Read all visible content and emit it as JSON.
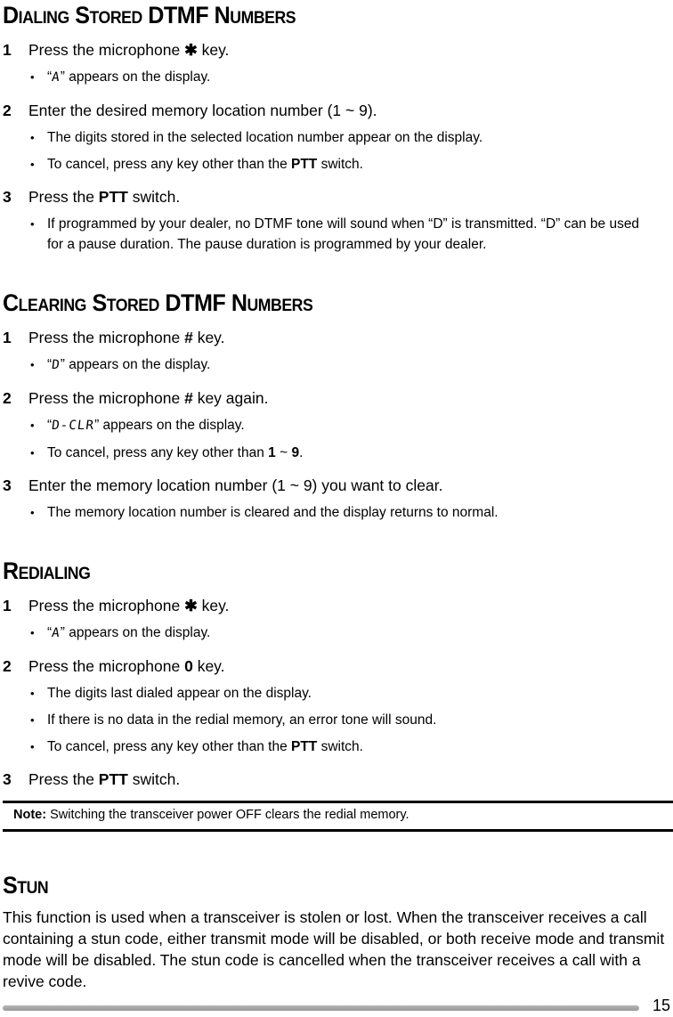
{
  "sections": [
    {
      "heading": "Dialing Stored DTMF Numbers",
      "items": [
        {
          "type": "step",
          "num": "1",
          "parts": [
            {
              "t": "Press the microphone "
            },
            {
              "t": "✱",
              "s": "b"
            },
            {
              "t": " key."
            }
          ]
        },
        {
          "type": "bullet",
          "parts": [
            {
              "t": "“"
            },
            {
              "t": "A",
              "s": "lcd"
            },
            {
              "t": "” appears on the display."
            }
          ]
        },
        {
          "type": "step",
          "num": "2",
          "parts": [
            {
              "t": "Enter the desired memory location number (1 ~ 9)."
            }
          ]
        },
        {
          "type": "bullet",
          "parts": [
            {
              "t": "The digits stored in the selected location number appear on the display."
            }
          ]
        },
        {
          "type": "bullet",
          "parts": [
            {
              "t": "To cancel, press any key other than the "
            },
            {
              "t": "PTT",
              "s": "b"
            },
            {
              "t": " switch."
            }
          ]
        },
        {
          "type": "step",
          "num": "3",
          "parts": [
            {
              "t": "Press the "
            },
            {
              "t": "PTT",
              "s": "b"
            },
            {
              "t": " switch."
            }
          ]
        },
        {
          "type": "bullet",
          "parts": [
            {
              "t": "If programmed by your dealer, no DTMF tone will sound when “D” is transmitted.  “D” can be used for a pause duration.  The pause duration is programmed by your dealer."
            }
          ]
        }
      ]
    },
    {
      "heading": "Clearing Stored DTMF Numbers",
      "items": [
        {
          "type": "step",
          "num": "1",
          "parts": [
            {
              "t": "Press the microphone "
            },
            {
              "t": "#",
              "s": "b"
            },
            {
              "t": " key."
            }
          ]
        },
        {
          "type": "bullet",
          "parts": [
            {
              "t": "“"
            },
            {
              "t": "D",
              "s": "lcd"
            },
            {
              "t": "” appears on the display."
            }
          ]
        },
        {
          "type": "step",
          "num": "2",
          "parts": [
            {
              "t": "Press the microphone "
            },
            {
              "t": "#",
              "s": "b"
            },
            {
              "t": " key again."
            }
          ]
        },
        {
          "type": "bullet",
          "parts": [
            {
              "t": "“"
            },
            {
              "t": "D-CLR",
              "s": "lcd"
            },
            {
              "t": "” appears on the display."
            }
          ]
        },
        {
          "type": "bullet",
          "parts": [
            {
              "t": "To cancel, press any key other than "
            },
            {
              "t": "1",
              "s": "b"
            },
            {
              "t": " ~ "
            },
            {
              "t": "9",
              "s": "b"
            },
            {
              "t": "."
            }
          ]
        },
        {
          "type": "step",
          "num": "3",
          "parts": [
            {
              "t": "Enter the memory location number (1 ~ 9) you want to clear."
            }
          ]
        },
        {
          "type": "bullet",
          "parts": [
            {
              "t": "The memory location number is cleared and the display returns to normal."
            }
          ]
        }
      ]
    },
    {
      "heading": "Redialing",
      "items": [
        {
          "type": "step",
          "num": "1",
          "parts": [
            {
              "t": "Press the microphone "
            },
            {
              "t": "✱",
              "s": "b"
            },
            {
              "t": " key."
            }
          ]
        },
        {
          "type": "bullet",
          "parts": [
            {
              "t": "“"
            },
            {
              "t": "A",
              "s": "lcd"
            },
            {
              "t": "” appears on the display."
            }
          ]
        },
        {
          "type": "step",
          "num": "2",
          "parts": [
            {
              "t": "Press the microphone "
            },
            {
              "t": "0",
              "s": "b"
            },
            {
              "t": " key."
            }
          ]
        },
        {
          "type": "bullet",
          "parts": [
            {
              "t": "The digits last dialed appear on the display."
            }
          ]
        },
        {
          "type": "bullet",
          "parts": [
            {
              "t": "If there is no data in the redial memory, an error tone will sound."
            }
          ]
        },
        {
          "type": "bullet",
          "parts": [
            {
              "t": "To cancel, press any key other than the "
            },
            {
              "t": "PTT",
              "s": "b"
            },
            {
              "t": " switch."
            }
          ]
        },
        {
          "type": "step",
          "num": "3",
          "parts": [
            {
              "t": "Press the "
            },
            {
              "t": "PTT",
              "s": "b"
            },
            {
              "t": " switch."
            }
          ]
        }
      ]
    }
  ],
  "note": {
    "label": "Note:",
    "text": "Switching the transceiver power OFF clears the redial memory."
  },
  "stun": {
    "heading": "Stun",
    "body": "This function is used when a transceiver is stolen or lost.  When the transceiver receives a call containing a stun code, either transmit mode will be disabled, or both receive mode and transmit mode will be disabled.  The stun code is cancelled when the transceiver receives a call with a revive code."
  },
  "footer": {
    "page_number": "15"
  },
  "bullet_char": "•",
  "colors": {
    "text": "#000000",
    "background": "#ffffff",
    "footer_rule": "#a3a3a3"
  }
}
